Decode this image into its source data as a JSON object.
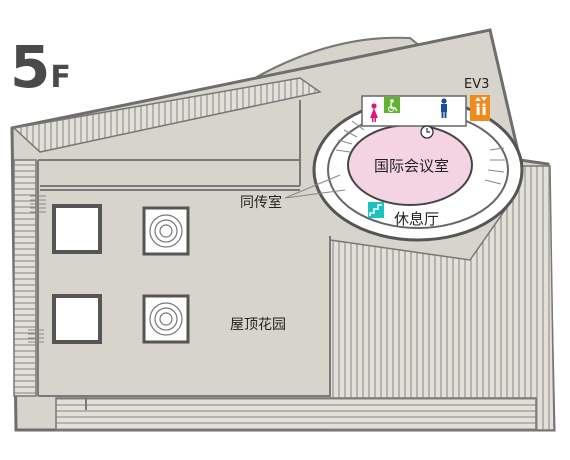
{
  "floor": {
    "number": "5",
    "suffix": "F"
  },
  "rooms": {
    "conference": "国际会议室",
    "lounge": "休息厅",
    "interpretation": "同传室",
    "roof_garden": "屋顶花园",
    "elevator": "EV3"
  },
  "colors": {
    "building_fill": "#d6d4cb",
    "wall": "#7a7a7a",
    "conference_fill": "#f4d3e2",
    "female_restroom": "#e0177a",
    "accessible_restroom": "#5fb22f",
    "male_restroom": "#1b4e9b",
    "elevator": "#ef8a1c",
    "stairs": "#1ec0c0"
  },
  "icons": [
    "female-restroom-icon",
    "accessible-restroom-icon",
    "male-restroom-icon",
    "elevator-icon",
    "stairs-icon",
    "clock-icon"
  ]
}
